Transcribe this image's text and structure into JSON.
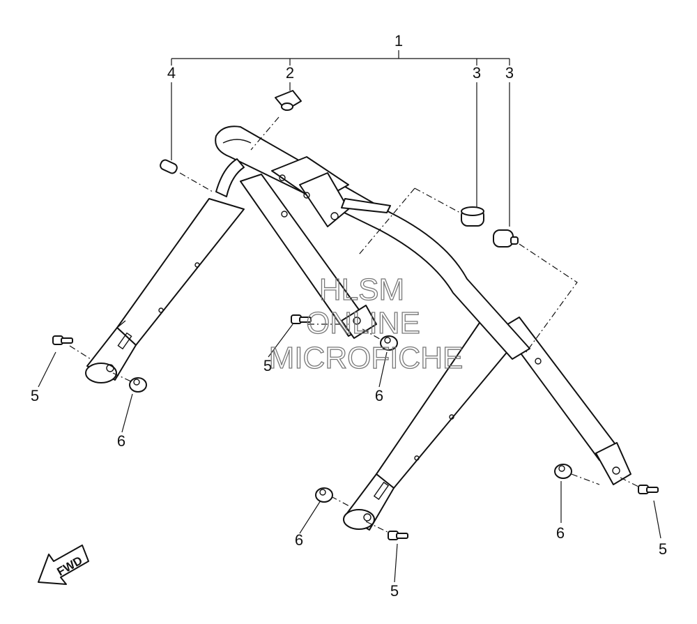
{
  "callouts": {
    "assembly": "1",
    "clamp": "2",
    "damper_a": "3",
    "damper_b": "3",
    "pin": "4",
    "bolt_left": "5",
    "bolt_center": "5",
    "bolt_bottom": "5",
    "bolt_right": "5",
    "nut_left": "6",
    "nut_center": "6",
    "nut_bottom": "6",
    "nut_right": "6"
  },
  "watermark": {
    "line1": "HLSM",
    "line2": "ONLINE",
    "line3": "MICROFICHE"
  },
  "direction_arrow": {
    "label": "FWD",
    "icon": "fwd-arrow-icon"
  }
}
